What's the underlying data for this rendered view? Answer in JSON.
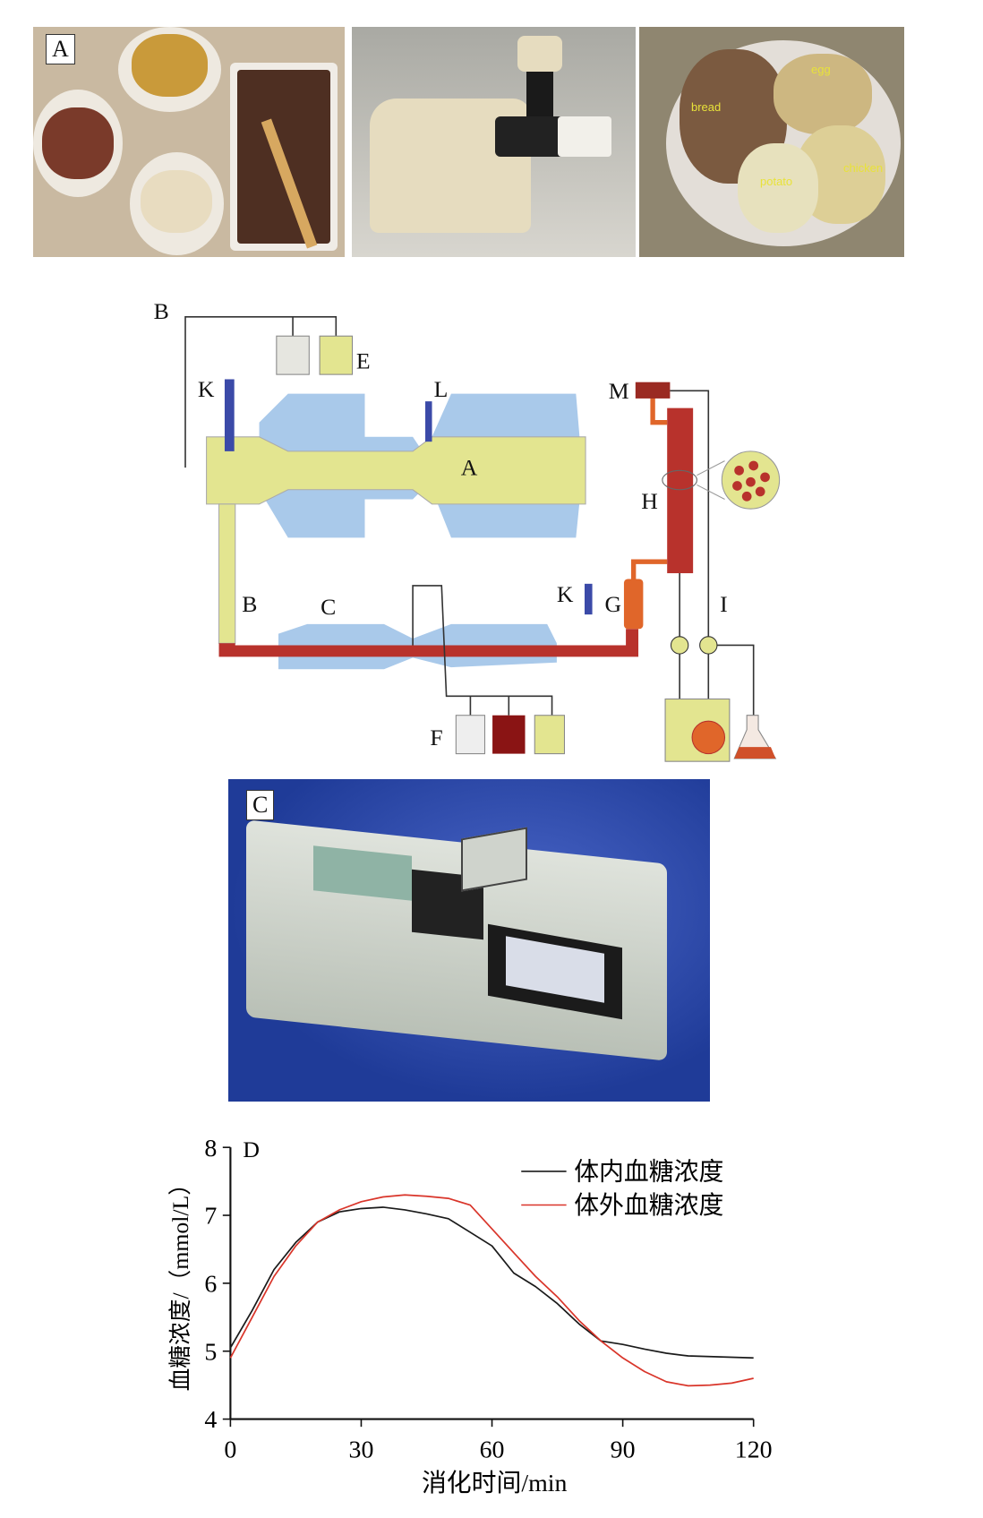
{
  "panel_a": {
    "label": "A",
    "food_tags": [
      "bread",
      "egg",
      "chicken",
      "potato"
    ]
  },
  "panel_b": {
    "label": "B",
    "labels": {
      "E": "E",
      "K1": "K",
      "L": "L",
      "A": "A",
      "M": "M",
      "H": "H",
      "B": "B",
      "C": "C",
      "K2": "K",
      "G": "G",
      "I": "I",
      "F": "F"
    },
    "colors": {
      "yellow": "#e3e590",
      "blue": "#a9c9ea",
      "red": "#b8322c",
      "orange": "#e0662a",
      "probe": "#3b4aa8"
    }
  },
  "panel_c": {
    "label": "C"
  },
  "chart_data": {
    "type": "line",
    "panel_label": "D",
    "title": "",
    "xlabel": "消化时间/min",
    "ylabel": "血糖浓度/（mmol/L）",
    "xlim": [
      0,
      120
    ],
    "ylim": [
      4,
      8
    ],
    "xticks": [
      0,
      30,
      60,
      90,
      120
    ],
    "yticks": [
      4,
      5,
      6,
      7,
      8
    ],
    "grid": false,
    "legend_position": "top-right",
    "x": [
      0,
      5,
      10,
      15,
      20,
      25,
      30,
      35,
      40,
      45,
      50,
      55,
      60,
      65,
      70,
      75,
      80,
      85,
      90,
      95,
      100,
      105,
      110,
      115,
      120
    ],
    "series": [
      {
        "name": "体内血糖浓度",
        "color": "#1a1a1a",
        "values": [
          5.05,
          5.6,
          6.2,
          6.6,
          6.9,
          7.05,
          7.1,
          7.12,
          7.08,
          7.02,
          6.95,
          6.75,
          6.55,
          6.15,
          5.95,
          5.7,
          5.4,
          5.15,
          5.1,
          5.03,
          4.97,
          4.93,
          4.92,
          4.91,
          4.9
        ]
      },
      {
        "name": "体外血糖浓度",
        "color": "#d9352a",
        "values": [
          4.9,
          5.5,
          6.1,
          6.55,
          6.9,
          7.08,
          7.2,
          7.27,
          7.3,
          7.28,
          7.25,
          7.15,
          6.8,
          6.45,
          6.1,
          5.8,
          5.45,
          5.15,
          4.9,
          4.7,
          4.55,
          4.49,
          4.5,
          4.53,
          4.6
        ]
      }
    ]
  }
}
